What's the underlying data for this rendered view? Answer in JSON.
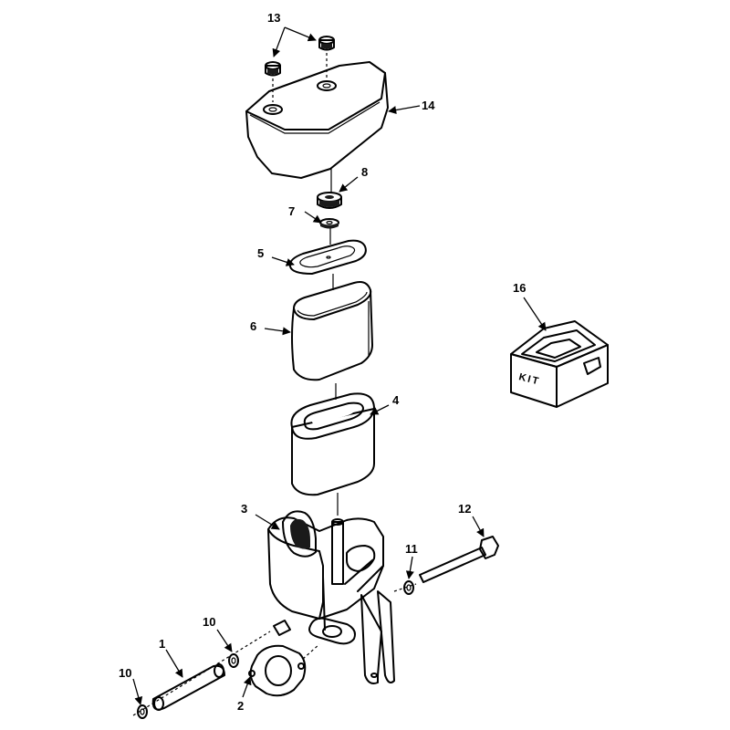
{
  "callouts": {
    "c1": "1",
    "c2": "2",
    "c3": "3",
    "c4": "4",
    "c5": "5",
    "c6": "6",
    "c7": "7",
    "c8": "8",
    "c10a": "10",
    "c10b": "10",
    "c11": "11",
    "c12": "12",
    "c13": "13",
    "c14": "14",
    "c16": "16"
  },
  "kit_box": {
    "label": "KIT"
  }
}
